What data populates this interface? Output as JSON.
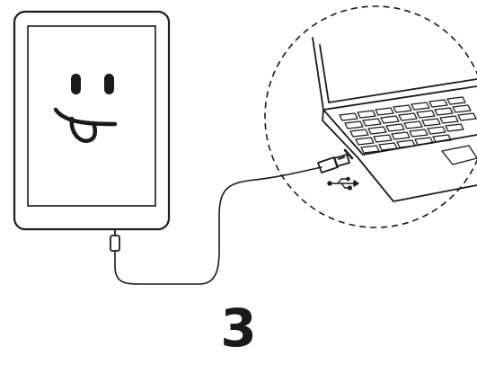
{
  "step": {
    "number": "3"
  },
  "illustration": {
    "ereader_face": "smiley-tongue",
    "connection": "usb-cable",
    "icon": "usb-icon",
    "line_color": "#1a1a1a",
    "background": "#ffffff"
  }
}
